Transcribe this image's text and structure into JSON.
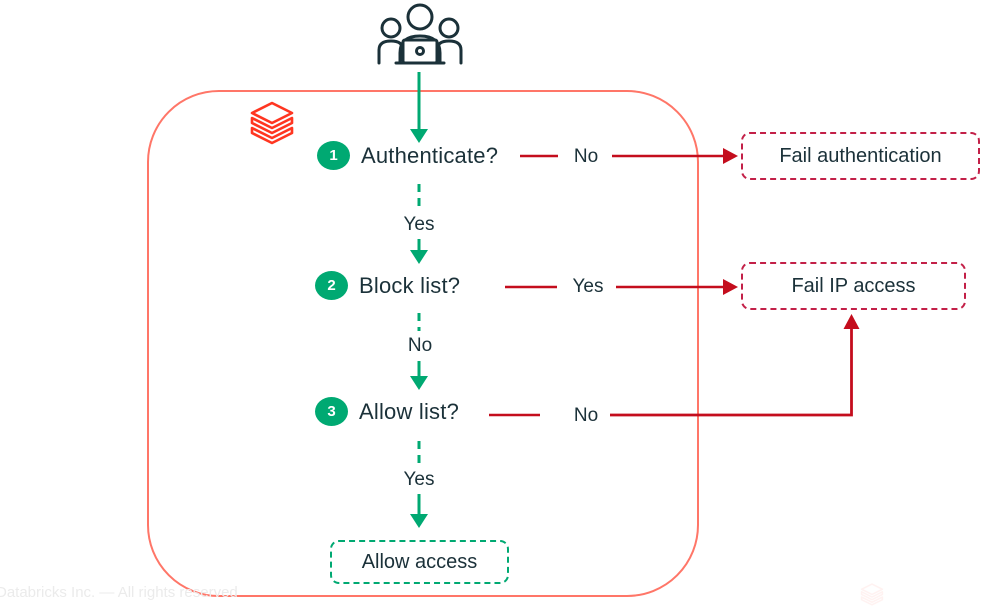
{
  "colors": {
    "navy": "#1B3139",
    "green": "#00A972",
    "salmon_border": "#FF7668",
    "arrow_red": "#C40D1D",
    "fail_border_crimson": "#C32048",
    "logo_red": "#FF3621"
  },
  "icons": {
    "top": "users-at-laptop-icon",
    "brand": "databricks-logo",
    "watermark": "databricks-logo-watermark"
  },
  "steps": [
    {
      "number": "1",
      "question": "Authenticate?",
      "branch_label": "No",
      "branch_target": "Fail authentication",
      "continue_label": "Yes"
    },
    {
      "number": "2",
      "question": "Block list?",
      "branch_label": "Yes",
      "branch_target": "Fail IP access",
      "continue_label": "No"
    },
    {
      "number": "3",
      "question": "Allow list?",
      "branch_label": "No",
      "branch_target": "Fail IP access",
      "continue_label": "Yes"
    }
  ],
  "outcomes": {
    "fail_authentication": "Fail authentication",
    "fail_ip_access": "Fail IP access",
    "allow_access": "Allow access"
  },
  "footer": "Databricks Inc. — All rights reserved"
}
